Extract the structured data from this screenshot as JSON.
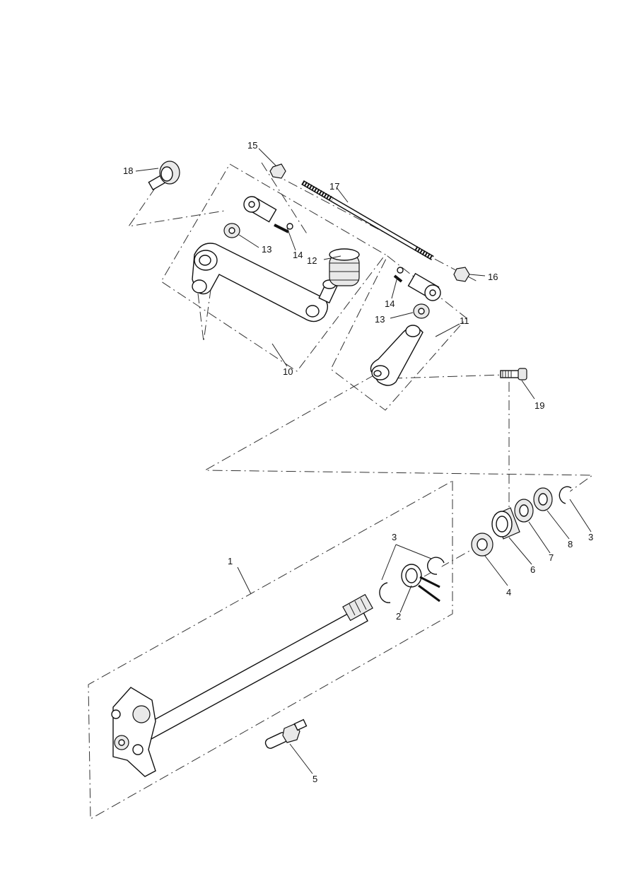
{
  "callouts": [
    {
      "id": "c1",
      "label": "1"
    },
    {
      "id": "c2",
      "label": "2"
    },
    {
      "id": "c3a",
      "label": "3"
    },
    {
      "id": "c3b",
      "label": "3"
    },
    {
      "id": "c4",
      "label": "4"
    },
    {
      "id": "c5",
      "label": "5"
    },
    {
      "id": "c6",
      "label": "6"
    },
    {
      "id": "c7",
      "label": "7"
    },
    {
      "id": "c8",
      "label": "8"
    },
    {
      "id": "c10",
      "label": "10"
    },
    {
      "id": "c11",
      "label": "11"
    },
    {
      "id": "c12",
      "label": "12"
    },
    {
      "id": "c13a",
      "label": "13"
    },
    {
      "id": "c13b",
      "label": "13"
    },
    {
      "id": "c14a",
      "label": "14"
    },
    {
      "id": "c14b",
      "label": "14"
    },
    {
      "id": "c15",
      "label": "15"
    },
    {
      "id": "c16",
      "label": "16"
    },
    {
      "id": "c17",
      "label": "17"
    },
    {
      "id": "c18",
      "label": "18"
    },
    {
      "id": "c19",
      "label": "19"
    }
  ]
}
